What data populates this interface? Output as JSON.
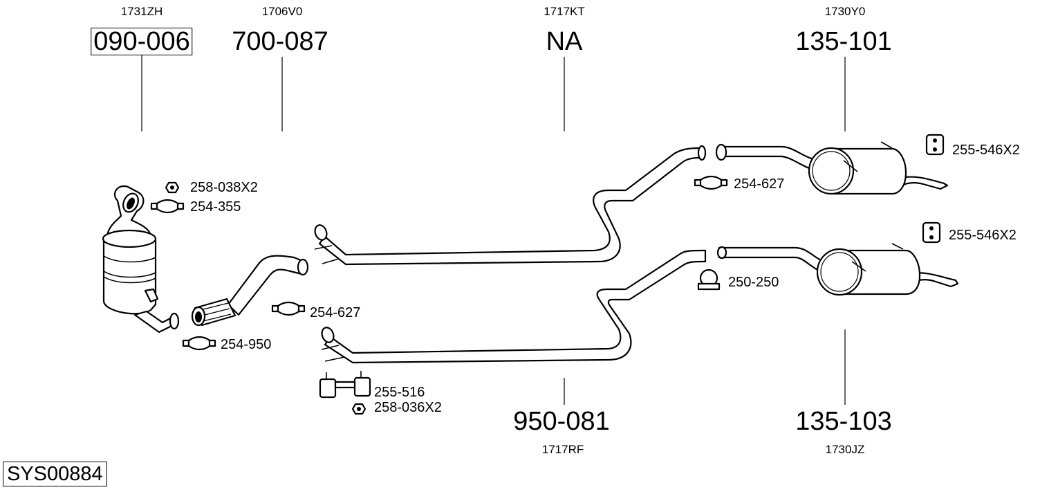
{
  "system_code": "SYS00884",
  "main_parts": [
    {
      "id": "catalytic-converter",
      "part_number": "090-006",
      "oem_ref": "1731ZH",
      "highlighted": true,
      "position": "top"
    },
    {
      "id": "front-pipe",
      "part_number": "700-087",
      "oem_ref": "1706V0",
      "highlighted": false,
      "position": "top"
    },
    {
      "id": "centre-pipe-a",
      "part_number": "NA",
      "oem_ref": "1717KT",
      "highlighted": false,
      "position": "top"
    },
    {
      "id": "rear-silencer-a",
      "part_number": "135-101",
      "oem_ref": "1730Y0",
      "highlighted": false,
      "position": "top"
    },
    {
      "id": "centre-pipe-b",
      "part_number": "950-081",
      "oem_ref": "1717RF",
      "highlighted": false,
      "position": "bottom"
    },
    {
      "id": "rear-silencer-b",
      "part_number": "135-103",
      "oem_ref": "1730JZ",
      "highlighted": false,
      "position": "bottom"
    }
  ],
  "accessories": [
    {
      "id": "nut-1",
      "label": "258-038X2",
      "icon": "nut-icon"
    },
    {
      "id": "clamp-1",
      "label": "254-355",
      "icon": "clamp-icon"
    },
    {
      "id": "clamp-2",
      "label": "254-950",
      "icon": "clamp-icon"
    },
    {
      "id": "clamp-3",
      "label": "254-627",
      "icon": "clamp-icon"
    },
    {
      "id": "bracket-1",
      "label": "255-516",
      "icon": "bracket-icon"
    },
    {
      "id": "nut-2",
      "label": "258-036X2",
      "icon": "nut-icon"
    },
    {
      "id": "clamp-4",
      "label": "254-627",
      "icon": "clamp-icon"
    },
    {
      "id": "rubber-1",
      "label": "255-546X2",
      "icon": "rubber-mount-icon"
    },
    {
      "id": "u-clamp-1",
      "label": "250-250",
      "icon": "u-clamp-icon"
    },
    {
      "id": "rubber-2",
      "label": "255-546X2",
      "icon": "rubber-mount-icon"
    }
  ]
}
